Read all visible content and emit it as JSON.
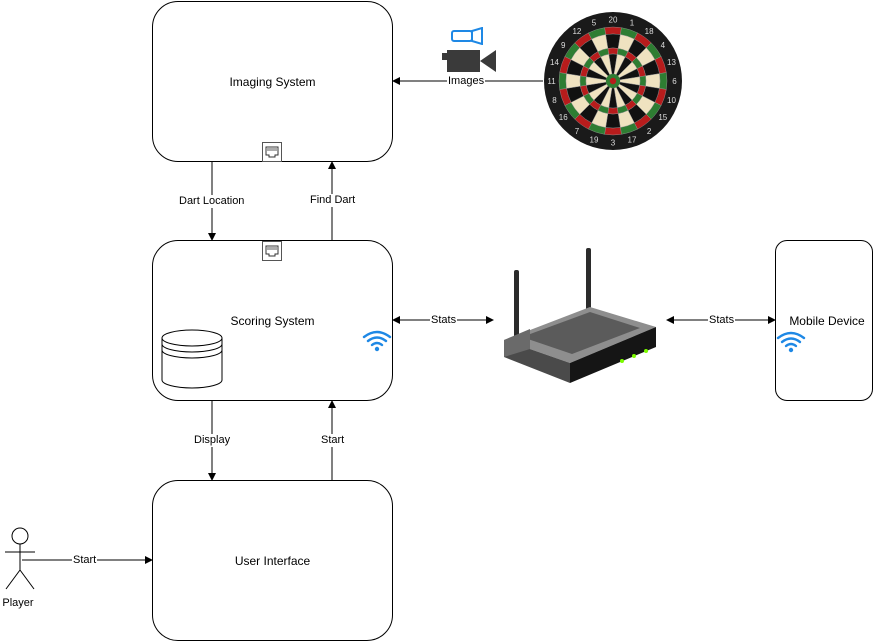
{
  "nodes": {
    "imaging": "Imaging System",
    "scoring": "Scoring System",
    "ui": "User Interface",
    "mobile": "Mobile Device",
    "player": "Player"
  },
  "edges": {
    "images": "Images",
    "dart_location": "Dart Location",
    "find_dart": "Find Dart",
    "display": "Display",
    "start_ui_to_scoring": "Start",
    "stats_scoring_router": "Stats",
    "stats_router_mobile": "Stats",
    "start_player_to_ui": "Start"
  },
  "dartboard_numbers": [
    "20",
    "1",
    "18",
    "4",
    "13",
    "6",
    "10",
    "15",
    "2",
    "17",
    "3",
    "19",
    "7",
    "16",
    "8",
    "11",
    "14",
    "9",
    "12",
    "5"
  ],
  "icons": [
    "ethernet-port-icon",
    "wifi-icon",
    "database-icon",
    "router-icon",
    "camera-icon",
    "flashlight-icon",
    "dartboard-icon",
    "player-actor-icon"
  ],
  "colors": {
    "line": "#000000",
    "wifi": "#1E88E5",
    "led": "#7CFC00"
  }
}
